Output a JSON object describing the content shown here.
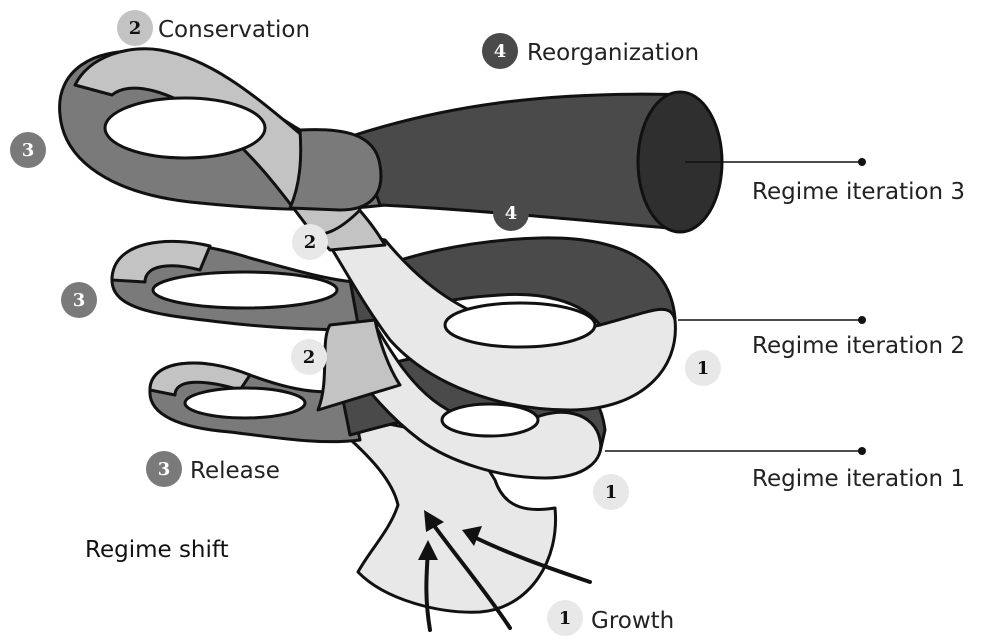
{
  "diagram": {
    "phases": {
      "conservation": {
        "number": "2",
        "label": "Conservation"
      },
      "reorganization": {
        "number": "4",
        "label": "Reorganization"
      },
      "release": {
        "number": "3",
        "label": "Release"
      },
      "growth": {
        "number": "1",
        "label": "Growth"
      }
    },
    "iterations": [
      {
        "label": "Regime iteration 3"
      },
      {
        "label": "Regime iteration 2"
      },
      {
        "label": "Regime iteration 1"
      }
    ],
    "loop_markers": {
      "loop3_release": "3",
      "loop3_reorg": "4",
      "loop2_conservation": "2",
      "loop2_release": "3",
      "loop2_growth": "1",
      "loop1_conservation": "2",
      "loop1_growth": "1"
    },
    "regime_shift_label": "Regime shift",
    "colors": {
      "growth": "#e8e8e8",
      "conservation": "#c3c3c3",
      "release": "#7a7a7a",
      "reorganization": "#4a4a4a",
      "tube_end": "#2f2f2f",
      "outline": "#111111"
    }
  }
}
